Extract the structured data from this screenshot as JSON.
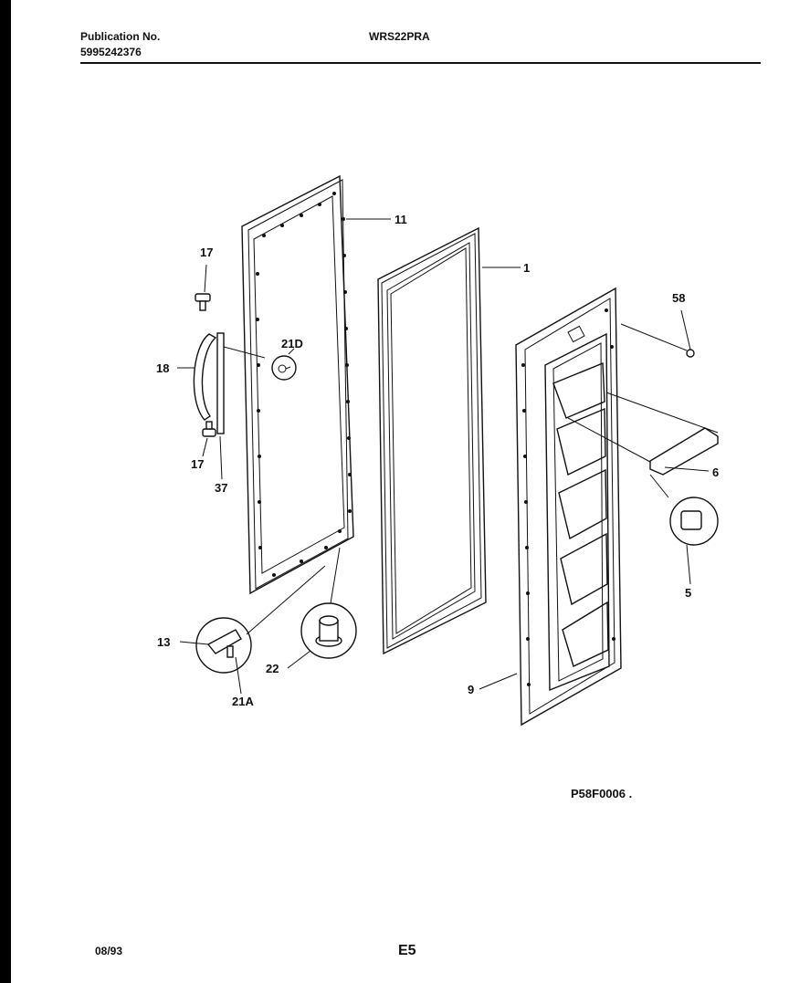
{
  "header": {
    "publication_label": "Publication No.",
    "publication_number": "5995242376",
    "model": "WRS22PRA"
  },
  "footer": {
    "date": "08/93",
    "page": "E5",
    "reference": "P58F0006 ."
  },
  "callouts": {
    "p1": "1",
    "p5": "5",
    "p6": "6",
    "p9": "9",
    "p11": "11",
    "p13": "13",
    "p17a": "17",
    "p17b": "17",
    "p18": "18",
    "p21A": "21A",
    "p21D": "21D",
    "p22": "22",
    "p37": "37",
    "p58": "58"
  }
}
